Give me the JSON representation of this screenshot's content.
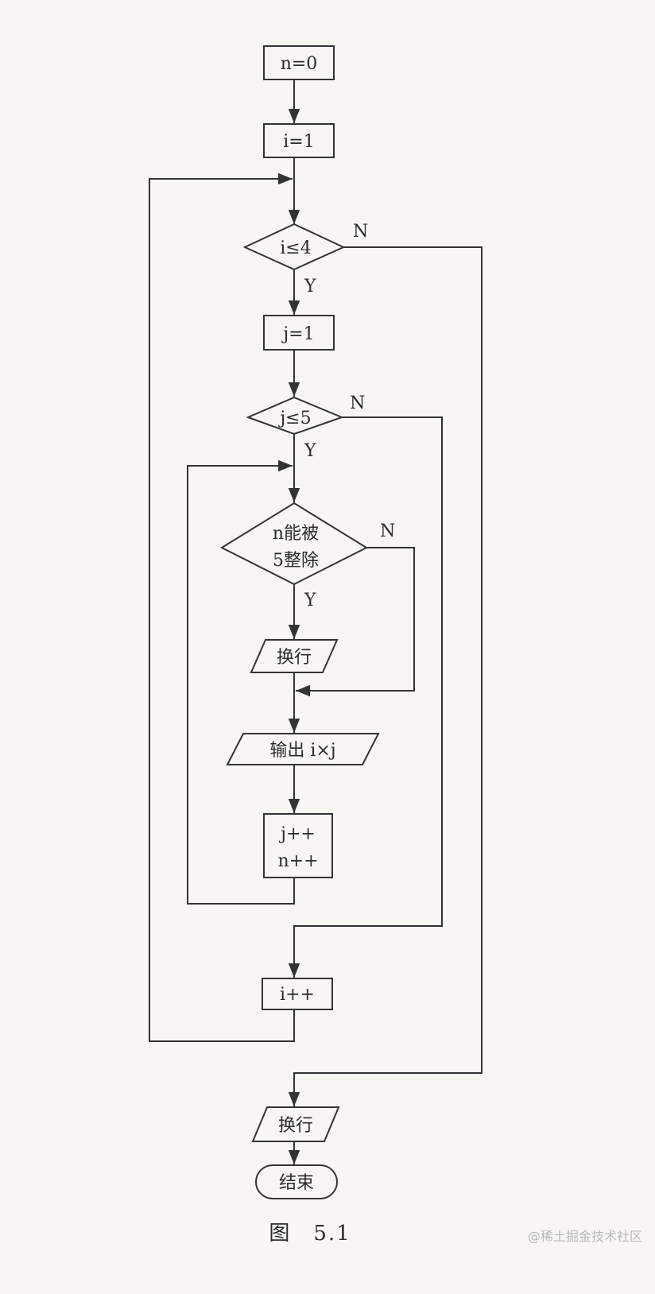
{
  "nodes": {
    "n_init": "n=0",
    "i_init": "i=1",
    "i_cond": "i≤4",
    "j_init": "j=1",
    "j_cond": "j≤5",
    "div_cond_line1": "n能被",
    "div_cond_line2": "5整除",
    "newline_inner": "换行",
    "output": "输出 i×j",
    "inc_j": "j++",
    "inc_n": "n++",
    "inc_i": "i++",
    "newline_outer": "换行",
    "end": "结束"
  },
  "edges": {
    "i_cond_yes": "Y",
    "i_cond_no": "N",
    "j_cond_yes": "Y",
    "j_cond_no": "N",
    "div_cond_yes": "Y",
    "div_cond_no": "N"
  },
  "caption": "图　5.1",
  "watermark": "@稀土掘金技术社区"
}
